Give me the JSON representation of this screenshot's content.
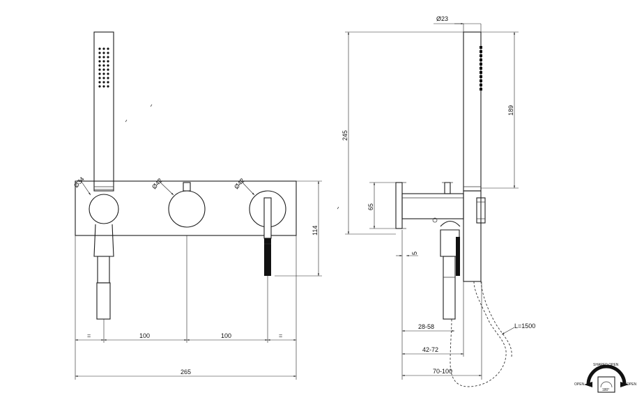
{
  "front_view": {
    "diameters": [
      "Ø34",
      "Ø42",
      "Ø42"
    ],
    "height_114": "114",
    "spacing": [
      "=",
      "100",
      "100",
      "="
    ],
    "overall_width": "265"
  },
  "side_view": {
    "diameter_23": "Ø23",
    "height_245": "245",
    "height_189": "189",
    "height_65": "65",
    "depth_5": "5",
    "range_28_58": "28-58",
    "range_42_72": "42-72",
    "range_70_100": "70-100",
    "hose_length": "L=1500"
  },
  "legend": {
    "top_label": "SHARED OPEN",
    "left_label": "OPEN",
    "right_label": "OPEN",
    "angle_label": "180°"
  }
}
